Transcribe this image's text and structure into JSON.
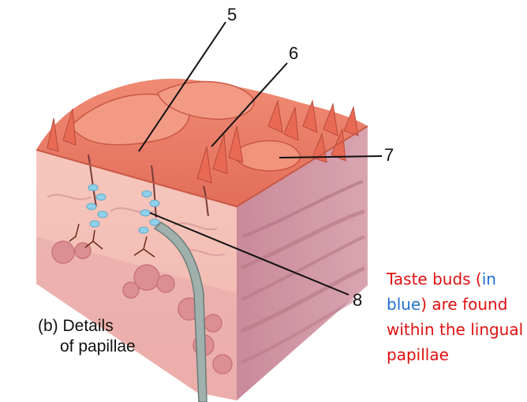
{
  "callouts": {
    "n5": "5",
    "n6": "6",
    "n7": "7",
    "n8": "8"
  },
  "caption": {
    "line1": "(b) Details",
    "line2": "of papillae"
  },
  "note": {
    "part1": "Taste buds (",
    "part2_blue": "in",
    "part3": " ",
    "part4_blue": "blue",
    "part5": ") are found within the lingual papillae"
  },
  "colors": {
    "note_red": "#e01010",
    "note_blue": "#1f6fd0",
    "taste_buds": "#8fd0ea",
    "mucosa": "#e8826e",
    "tissue": "#f2b8b0",
    "muscle": "#c98a9a"
  }
}
